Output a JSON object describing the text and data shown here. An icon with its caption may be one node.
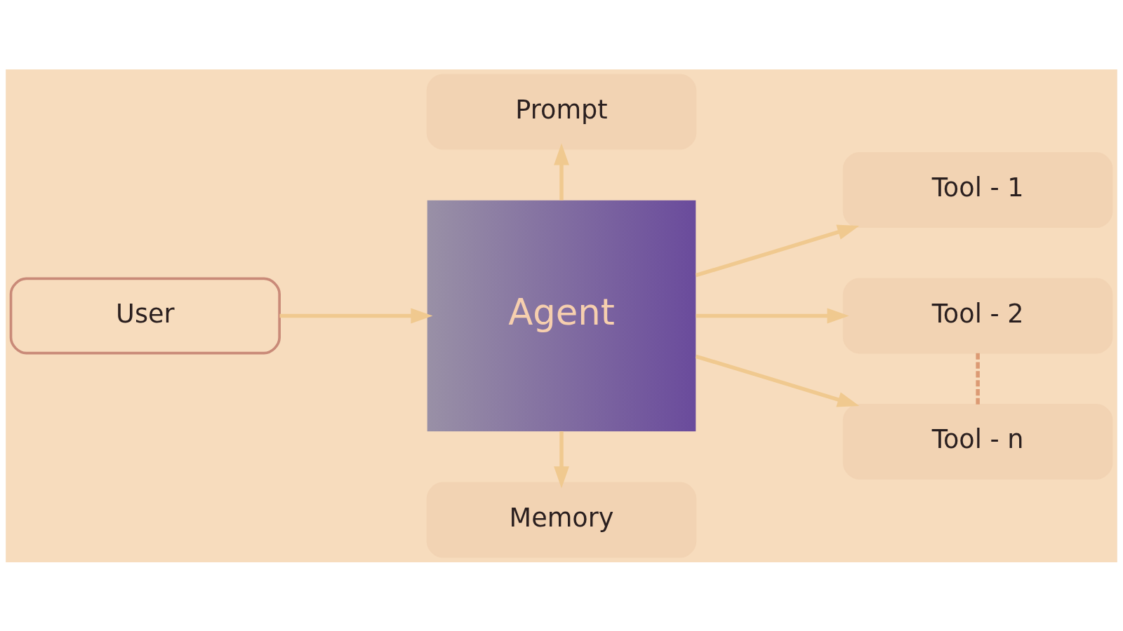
{
  "diagram": {
    "nodes": [
      {
        "text": [
          "User"
        ]
      },
      {
        "text": [
          "Prompt"
        ]
      },
      {
        "text": [
          "Agent"
        ]
      },
      {
        "text": [
          "Memory"
        ]
      },
      {
        "text": [
          "Tool - 1"
        ]
      },
      {
        "text": [
          "Tool - 2"
        ]
      },
      {
        "text": [
          "Tool - n"
        ]
      }
    ],
    "edges": [
      {
        "from": 0,
        "to": 2,
        "arrow": "to"
      },
      {
        "from": 2,
        "to": 1,
        "arrow": "to"
      },
      {
        "from": 2,
        "to": 3,
        "arrow": "to"
      },
      {
        "from": 2,
        "to": 4,
        "arrow": "to"
      },
      {
        "from": 2,
        "to": 5,
        "arrow": "to"
      },
      {
        "from": 2,
        "to": 6,
        "arrow": "to"
      },
      {
        "from": 5,
        "to": 6,
        "arrow": "none",
        "style": "dashed",
        "color": "#dc9a74"
      }
    ]
  }
}
